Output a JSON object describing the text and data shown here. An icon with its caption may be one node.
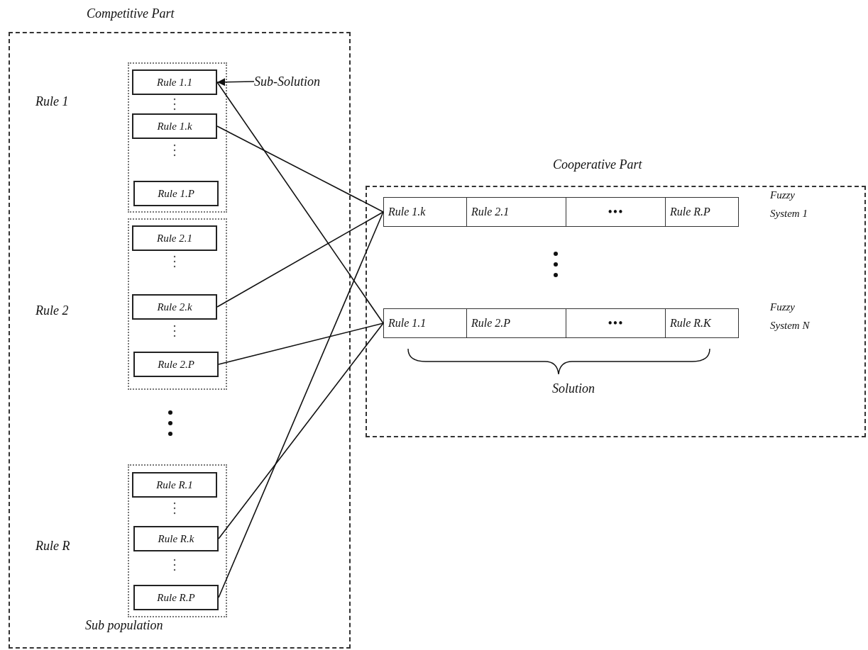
{
  "diagram": {
    "nodes": [
      {
        "text": [
          "Competitive Part"
        ]
      },
      {
        "text": [],
        "shape": "box",
        "in": 0
      },
      {
        "text": [
          "Rule 1.1"
        ],
        "in": 1
      },
      {
        "text": [
          "Rule 1.k"
        ],
        "in": 1
      },
      {
        "text": [
          "Rule 1.P"
        ],
        "in": 1
      },
      {
        "text": [],
        "shape": "box",
        "in": 0
      },
      {
        "text": [
          "Rule 2.1"
        ],
        "in": 5
      },
      {
        "text": [
          "Rule 2.k"
        ],
        "in": 5
      },
      {
        "text": [
          "Rule 2.P"
        ],
        "in": 5
      },
      {
        "text": [],
        "shape": "box",
        "in": 0
      },
      {
        "text": [
          "Rule R.1"
        ],
        "in": 9
      },
      {
        "text": [
          "Rule R.k"
        ],
        "in": 9
      },
      {
        "text": [
          "Rule R.P"
        ],
        "in": 9
      },
      {
        "text": [
          "Sub-Solution"
        ],
        "in": 0
      },
      {
        "text": [
          "Cooperative Part"
        ]
      },
      {
        "text": [
          "Rule 1.k"
        ],
        "in": 14
      },
      {
        "text": [
          "Rule 2.1"
        ],
        "in": 14
      },
      {
        "text": [
          "•••"
        ],
        "in": 14
      },
      {
        "text": [
          "Rule R.P"
        ],
        "in": 14
      },
      {
        "text": [
          "Rule 1.1"
        ],
        "in": 14
      },
      {
        "text": [
          "Rule 2.P"
        ],
        "in": 14
      },
      {
        "text": [
          "•••"
        ],
        "in": 14
      },
      {
        "text": [
          "Rule R.K"
        ],
        "in": 14
      }
    ],
    "edges": [
      {
        "from": 13,
        "to": 2,
        "arrow": "to"
      },
      {
        "from": 2,
        "to": 19,
        "arrow": "none"
      },
      {
        "from": 3,
        "to": 15,
        "arrow": "none"
      },
      {
        "from": 7,
        "to": 15,
        "arrow": "none"
      },
      {
        "from": 8,
        "to": 19,
        "arrow": "none"
      },
      {
        "from": 11,
        "to": 19,
        "arrow": "none"
      },
      {
        "from": 12,
        "to": 15,
        "arrow": "none"
      }
    ],
    "labels": [
      "Rule 1",
      "Rule 2",
      "Rule R",
      "Sub population",
      "Fuzzy System 1",
      "Fuzzy System N",
      "Solution"
    ]
  }
}
